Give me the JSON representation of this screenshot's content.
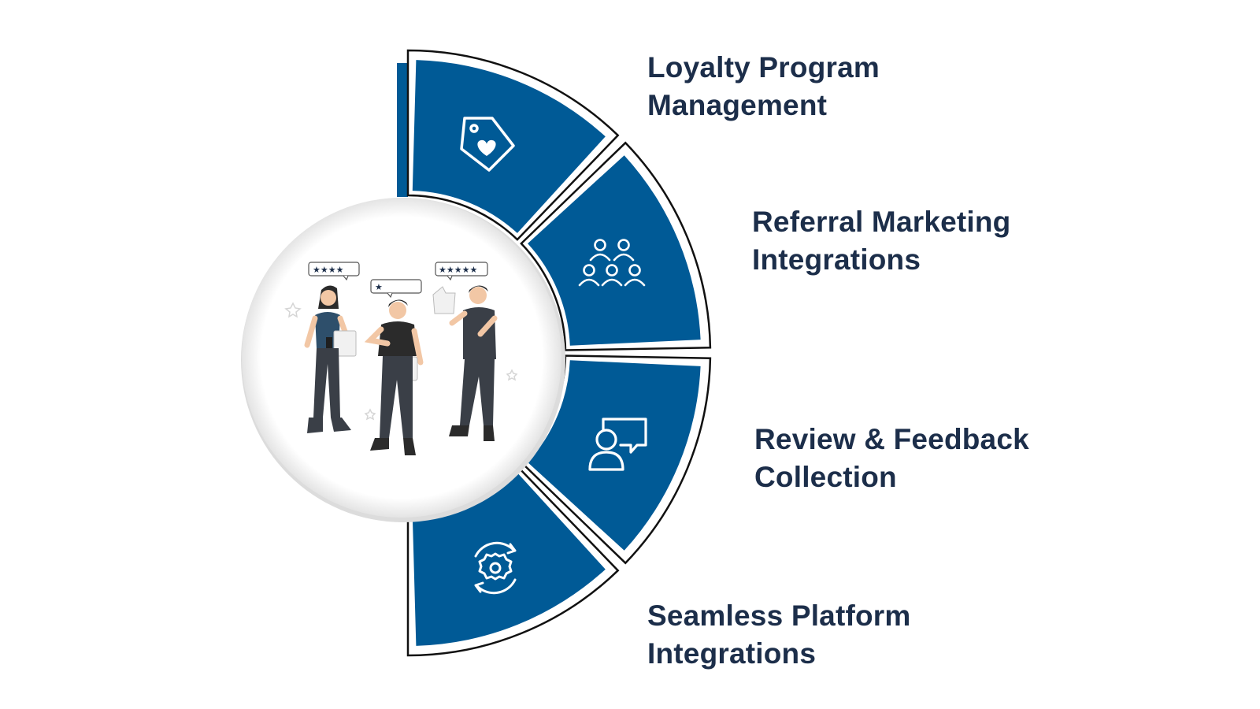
{
  "colors": {
    "segment_fill": "#005a96",
    "segment_outline": "#111111",
    "text": "#1c2e4a",
    "circle_fill": "#ffffff",
    "icon_stroke": "#ffffff"
  },
  "segments": [
    {
      "icon": "price-tag-heart-icon",
      "title_line1": "Loyalty Program",
      "title_line2": "Management"
    },
    {
      "icon": "people-network-icon",
      "title_line1": "Referral Marketing",
      "title_line2": "Integrations"
    },
    {
      "icon": "user-feedback-icon",
      "title_line1": "Review & Feedback",
      "title_line2": "Collection"
    },
    {
      "icon": "gear-sync-icon",
      "title_line1": "Seamless Platform",
      "title_line2": "Integrations"
    }
  ],
  "illustration": {
    "rating_bubbles": [
      "★★★★",
      "★",
      "★★★★★"
    ]
  }
}
